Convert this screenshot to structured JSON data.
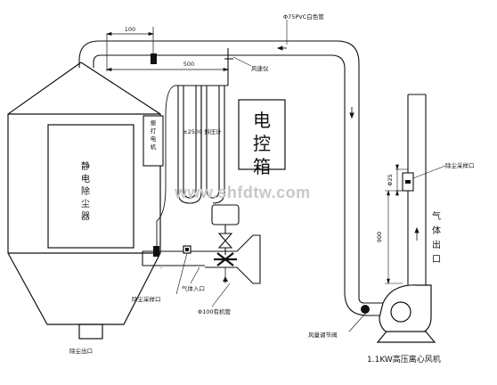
{
  "labels": {
    "pipe_spec": "Φ75PVC白色管",
    "dim_100": "100",
    "dim_500": "500",
    "dim_900": "900",
    "dim_25": "Φ25",
    "anemometer": "风速仪",
    "oscillator": "振打电机",
    "manometer": "±2500 斜压计",
    "control_box": "电控箱",
    "precipitator": "静电除尘器",
    "sampling_port_top": "除尘采样口",
    "sampling_port_bottom": "除尘采样口",
    "gas_inlet": "气体入口",
    "inlet_pipe": "Φ100有机管",
    "gas_outlet": "气体出口",
    "dust_outlet": "除尘出口",
    "air_valve": "风量调节阀",
    "fan": "1.1KW高压离心风机",
    "watermark": "www.shfdtw.com",
    "minus_sign": "-"
  }
}
